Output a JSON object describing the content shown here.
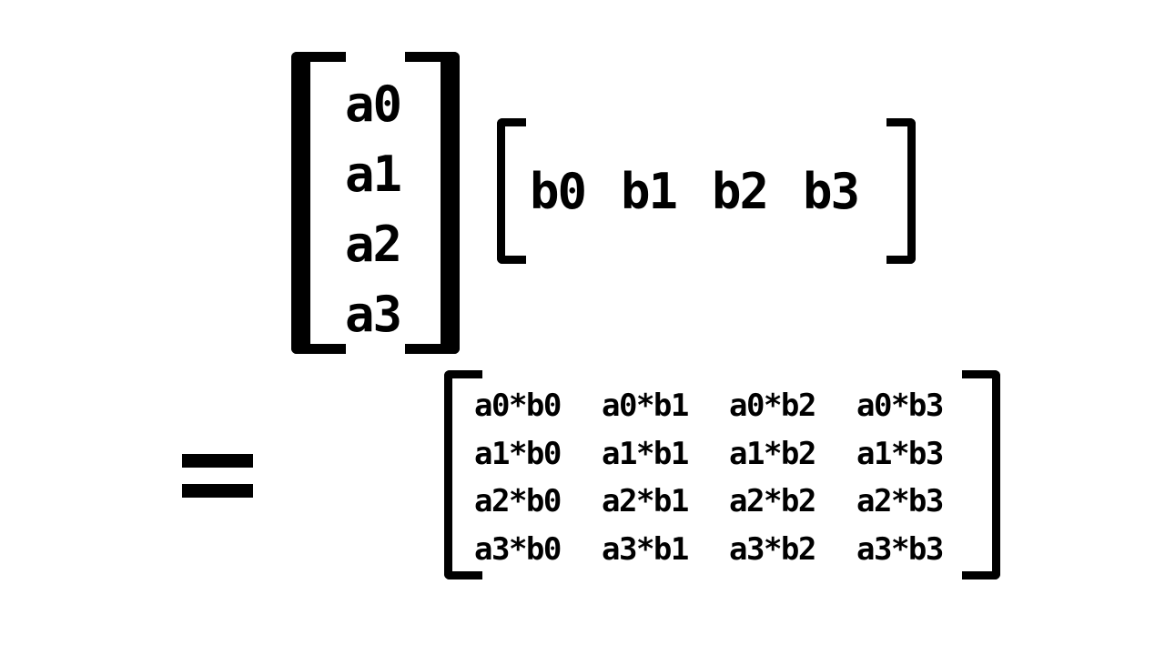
{
  "vector_a": [
    "a0",
    "a1",
    "a2",
    "a3"
  ],
  "vector_b": [
    "b0",
    "b1",
    "b2",
    "b3"
  ],
  "operator": "=",
  "result": [
    [
      "a0*b0",
      "a0*b1",
      "a0*b2",
      "a0*b3"
    ],
    [
      "a1*b0",
      "a1*b1",
      "a1*b2",
      "a1*b3"
    ],
    [
      "a2*b0",
      "a2*b1",
      "a2*b2",
      "a2*b3"
    ],
    [
      "a3*b0",
      "a3*b1",
      "a3*b2",
      "a3*b3"
    ]
  ]
}
